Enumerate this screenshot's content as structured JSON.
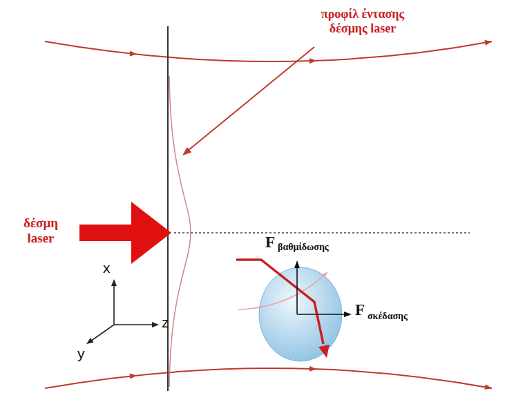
{
  "diagram": {
    "labels": [
      "προφίλ έντασης δέσμης laser",
      "δέσμη laser",
      "F",
      "βαθμίδωσης",
      "F",
      "σκέδασης",
      "x",
      "y",
      "z"
    ]
  }
}
